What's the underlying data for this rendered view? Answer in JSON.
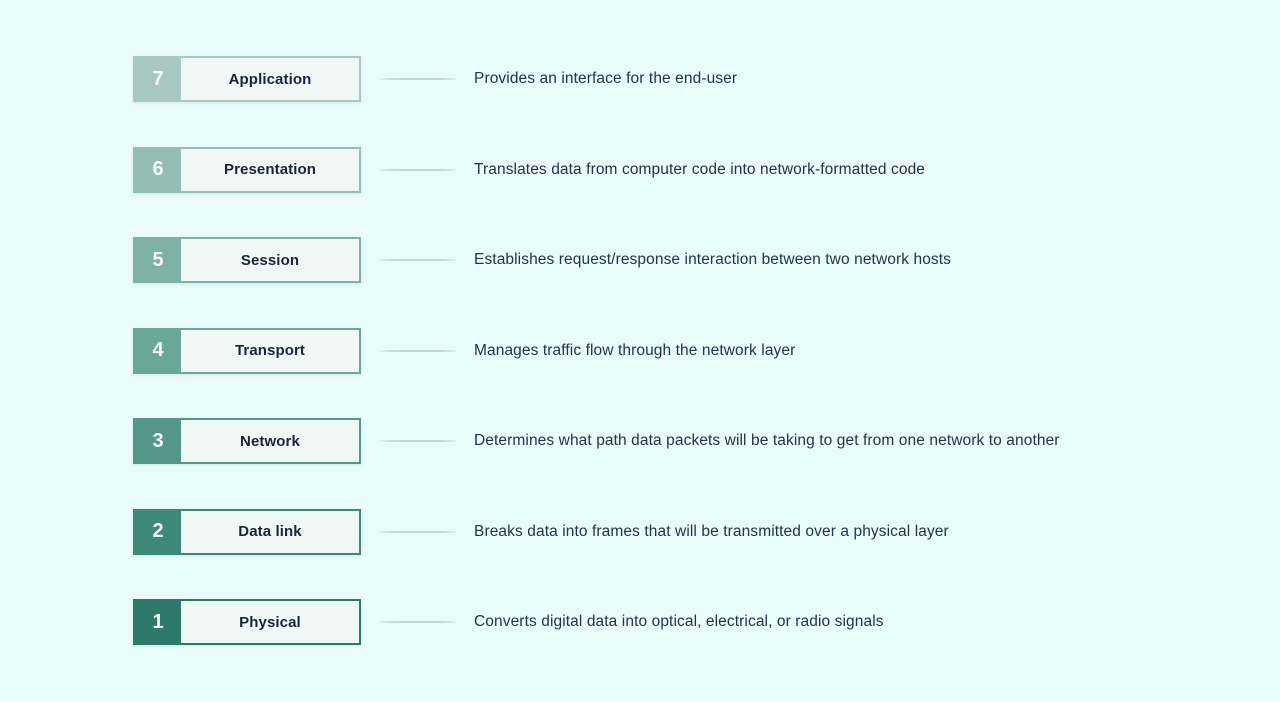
{
  "title": "OSI model layers diagram",
  "theme": {
    "page_background": "#eafbfb",
    "label_box_background": "#f0f8f6",
    "label_text_color": "#16263a",
    "description_text_color": "#253349",
    "connector_line_color": "#bedad6",
    "number_text_color": "#ffffff"
  },
  "layers": [
    {
      "number": "7",
      "name": "Application",
      "description": "Provides an interface for the end-user",
      "color": "#a9c8c3"
    },
    {
      "number": "6",
      "name": "Presentation",
      "description": "Translates data from computer code into network-formatted code",
      "color": "#93bdb5"
    },
    {
      "number": "5",
      "name": "Session",
      "description": "Establishes request/response interaction between two network hosts",
      "color": "#7fb1a8"
    },
    {
      "number": "4",
      "name": "Transport",
      "description": "Manages traffic flow through the network layer",
      "color": "#6ba69b"
    },
    {
      "number": "3",
      "name": "Network",
      "description": "Determines what path data packets will be taking to get from one network to another",
      "color": "#52978a"
    },
    {
      "number": "2",
      "name": "Data link",
      "description": "Breaks data into frames that will be transmitted over a physical layer",
      "color": "#3f897b"
    },
    {
      "number": "1",
      "name": "Physical",
      "description": "Converts digital data into optical, electrical, or radio signals",
      "color": "#2d7a6c"
    }
  ]
}
